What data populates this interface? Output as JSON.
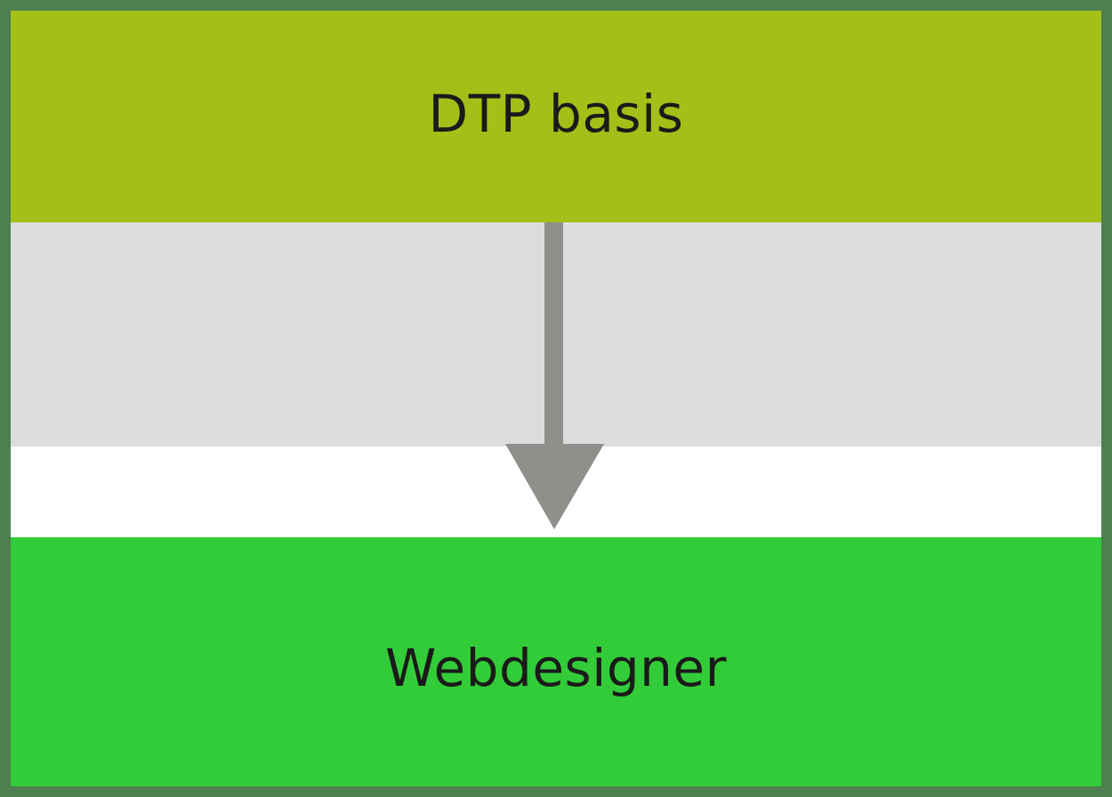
{
  "diagram": {
    "top_box": {
      "label": "DTP basis",
      "color": "#a3bf18"
    },
    "bottom_box": {
      "label": "Webdesigner",
      "color": "#33cc39"
    },
    "connector": {
      "color": "#8f8f8c",
      "direction": "down"
    },
    "background_band_color": "#dddddd",
    "border_color": "#4e7f4e"
  }
}
